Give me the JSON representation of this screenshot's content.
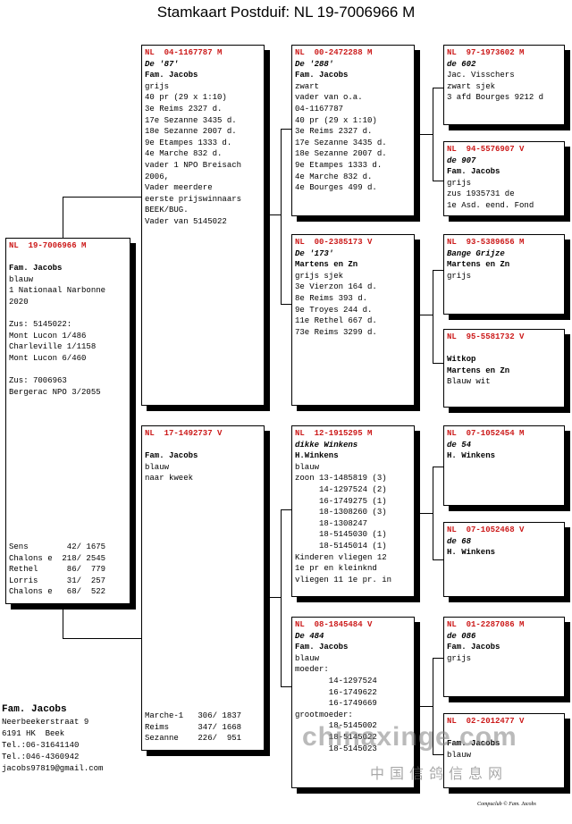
{
  "title": "Stamkaart Postduif: NL  19-7006966 M",
  "cards": {
    "subject": {
      "ring": "NL  19-7006966 M",
      "lines": [
        {
          "t": "",
          "s": ""
        },
        {
          "t": "Fam. Jacobs",
          "s": "breeder"
        },
        {
          "t": "blauw",
          "s": ""
        },
        {
          "t": "1 Nationaal Narbonne",
          "s": ""
        },
        {
          "t": "2020",
          "s": ""
        },
        {
          "t": "",
          "s": ""
        },
        {
          "t": "Zus: 5145022:",
          "s": ""
        },
        {
          "t": "Mont Lucon 1/486",
          "s": ""
        },
        {
          "t": "Charleville 1/1158",
          "s": ""
        },
        {
          "t": "Mont Lucon 6/460",
          "s": ""
        },
        {
          "t": "",
          "s": ""
        },
        {
          "t": "Zus: 7006963",
          "s": ""
        },
        {
          "t": "Bergerac NPO 3/2055",
          "s": ""
        }
      ],
      "bottom": [
        "Sens        42/ 1675",
        "Chalons e  218/ 2545",
        "Rethel      86/  779",
        "Lorris      31/  257",
        "Chalons e   68/  522"
      ]
    },
    "father": {
      "ring": "NL  04-1167787 M",
      "lines": [
        {
          "t": "De '87'",
          "s": "name"
        },
        {
          "t": "Fam. Jacobs",
          "s": "breeder"
        },
        {
          "t": "grijs",
          "s": ""
        },
        {
          "t": "40 pr (29 x 1:10)",
          "s": ""
        },
        {
          "t": "3e Reims 2327 d.",
          "s": ""
        },
        {
          "t": "17e Sezanne 3435 d.",
          "s": ""
        },
        {
          "t": "18e Sezanne 2007 d.",
          "s": ""
        },
        {
          "t": "9e Etampes 1333 d.",
          "s": ""
        },
        {
          "t": "4e Marche 832 d.",
          "s": ""
        },
        {
          "t": "vader 1 NPO Breisach",
          "s": ""
        },
        {
          "t": "2006,",
          "s": ""
        },
        {
          "t": "Vader meerdere",
          "s": ""
        },
        {
          "t": "eerste prijswinnaars",
          "s": ""
        },
        {
          "t": "BEEK/BUG.",
          "s": ""
        },
        {
          "t": "Vader van 5145022",
          "s": ""
        }
      ]
    },
    "mother": {
      "ring": "NL  17-1492737 V",
      "lines": [
        {
          "t": "",
          "s": ""
        },
        {
          "t": "Fam. Jacobs",
          "s": "breeder"
        },
        {
          "t": "blauw",
          "s": ""
        },
        {
          "t": "naar kweek",
          "s": ""
        }
      ],
      "bottom": [
        "Marche-1   306/ 1837",
        "Reims      347/ 1668",
        "Sezanne    226/  951"
      ]
    },
    "ff": {
      "ring": "NL  00-2472288 M",
      "lines": [
        {
          "t": "De '288'",
          "s": "name"
        },
        {
          "t": "Fam. Jacobs",
          "s": "breeder"
        },
        {
          "t": "zwart",
          "s": ""
        },
        {
          "t": "vader van o.a.",
          "s": ""
        },
        {
          "t": "04-1167787",
          "s": ""
        },
        {
          "t": "40 pr (29 x 1:10)",
          "s": ""
        },
        {
          "t": "3e Reims 2327 d.",
          "s": ""
        },
        {
          "t": "17e Sezanne 3435 d.",
          "s": ""
        },
        {
          "t": "18e Sezanne 2007 d.",
          "s": ""
        },
        {
          "t": "9e Etampes 1333 d.",
          "s": ""
        },
        {
          "t": "4e Marche 832 d.",
          "s": ""
        },
        {
          "t": "4e Bourges 499 d.",
          "s": ""
        }
      ]
    },
    "fm": {
      "ring": "NL  00-2385173 V",
      "lines": [
        {
          "t": "De '173'",
          "s": "name"
        },
        {
          "t": "Martens en Zn",
          "s": "breeder"
        },
        {
          "t": "grijs sjek",
          "s": ""
        },
        {
          "t": "3e Vierzon 164 d.",
          "s": ""
        },
        {
          "t": "8e Reims 393 d.",
          "s": ""
        },
        {
          "t": "9e Troyes 244 d.",
          "s": ""
        },
        {
          "t": "11e Rethel 667 d.",
          "s": ""
        },
        {
          "t": "73e Reims 3299 d.",
          "s": ""
        }
      ]
    },
    "mf": {
      "ring": "NL  12-1915295 M",
      "lines": [
        {
          "t": "dikke Winkens",
          "s": "name"
        },
        {
          "t": "H.Winkens",
          "s": "breeder"
        },
        {
          "t": "blauw",
          "s": ""
        },
        {
          "t": "zoon 13-1485819 (3)",
          "s": ""
        },
        {
          "t": "     14-1297524 (2)",
          "s": ""
        },
        {
          "t": "     16-1749275 (1)",
          "s": ""
        },
        {
          "t": "     18-1308260 (3)",
          "s": ""
        },
        {
          "t": "     18-1308247",
          "s": ""
        },
        {
          "t": "     18-5145030 (1)",
          "s": ""
        },
        {
          "t": "     18-5145014 (1)",
          "s": ""
        },
        {
          "t": "Kinderen vliegen 12",
          "s": ""
        },
        {
          "t": "1e pr en kleinknd",
          "s": ""
        },
        {
          "t": "vliegen 11 1e pr. in",
          "s": ""
        }
      ]
    },
    "mm": {
      "ring": "NL  08-1845484 V",
      "lines": [
        {
          "t": "De 484",
          "s": "name"
        },
        {
          "t": "Fam. Jacobs",
          "s": "breeder"
        },
        {
          "t": "blauw",
          "s": ""
        },
        {
          "t": "moeder:",
          "s": ""
        },
        {
          "t": "       14-1297524",
          "s": ""
        },
        {
          "t": "       16-1749622",
          "s": ""
        },
        {
          "t": "       16-1749669",
          "s": ""
        },
        {
          "t": "grootmoeder:",
          "s": ""
        },
        {
          "t": "       18-5145002",
          "s": ""
        },
        {
          "t": "       18-5145022",
          "s": ""
        },
        {
          "t": "       18-5145023",
          "s": ""
        }
      ]
    },
    "fff": {
      "ring": "NL  97-1973602 M",
      "lines": [
        {
          "t": "de 602",
          "s": "name"
        },
        {
          "t": "Jac. Visschers",
          "s": ""
        },
        {
          "t": "zwart sjek",
          "s": ""
        },
        {
          "t": "3 afd Bourges 9212 d",
          "s": ""
        }
      ]
    },
    "ffm": {
      "ring": "NL  94-5576907 V",
      "lines": [
        {
          "t": "de 907",
          "s": "name"
        },
        {
          "t": "Fam. Jacobs",
          "s": "breeder"
        },
        {
          "t": "grijs",
          "s": ""
        },
        {
          "t": "zus 1935731 de",
          "s": ""
        },
        {
          "t": "1e Asd. eend. Fond",
          "s": ""
        }
      ]
    },
    "fmf": {
      "ring": "NL  93-5389656 M",
      "lines": [
        {
          "t": "Bange Grijze",
          "s": "name"
        },
        {
          "t": "Martens en Zn",
          "s": "breeder"
        },
        {
          "t": "grijs",
          "s": ""
        }
      ]
    },
    "fmm": {
      "ring": "NL  95-5581732 V",
      "lines": [
        {
          "t": "",
          "s": ""
        },
        {
          "t": "Witkop",
          "s": "breeder"
        },
        {
          "t": "Martens en Zn",
          "s": "breeder"
        },
        {
          "t": "Blauw wit",
          "s": ""
        }
      ]
    },
    "mff": {
      "ring": "NL  07-1052454 M",
      "lines": [
        {
          "t": "de 54",
          "s": "name"
        },
        {
          "t": "H. Winkens",
          "s": "breeder"
        }
      ]
    },
    "mfm": {
      "ring": "NL  07-1052468 V",
      "lines": [
        {
          "t": "de 68",
          "s": "name"
        },
        {
          "t": "H. Winkens",
          "s": "breeder"
        }
      ]
    },
    "mmf": {
      "ring": "NL  01-2287086 M",
      "lines": [
        {
          "t": "de 086",
          "s": "name"
        },
        {
          "t": "Fam. Jacobs",
          "s": "breeder"
        },
        {
          "t": "grijs",
          "s": ""
        }
      ]
    },
    "mmm": {
      "ring": "NL  02-2012477 V",
      "lines": [
        {
          "t": "",
          "s": ""
        },
        {
          "t": "Fam. Jacobs",
          "s": "breeder"
        },
        {
          "t": "blauw",
          "s": ""
        }
      ]
    }
  },
  "owner": {
    "name": "Fam. Jacobs",
    "lines": [
      "Neerbeekerstraat 9",
      "6191 HK  Beek",
      "Tel.:06-31641140",
      "Tel.:046-4360942",
      "jacobs97819@gmail.com"
    ]
  },
  "footer_note": "Compuclub © Fam. Jacobs",
  "watermark": {
    "latin": "chinaxinge.com",
    "chinese": "中国信鸽信息网"
  }
}
